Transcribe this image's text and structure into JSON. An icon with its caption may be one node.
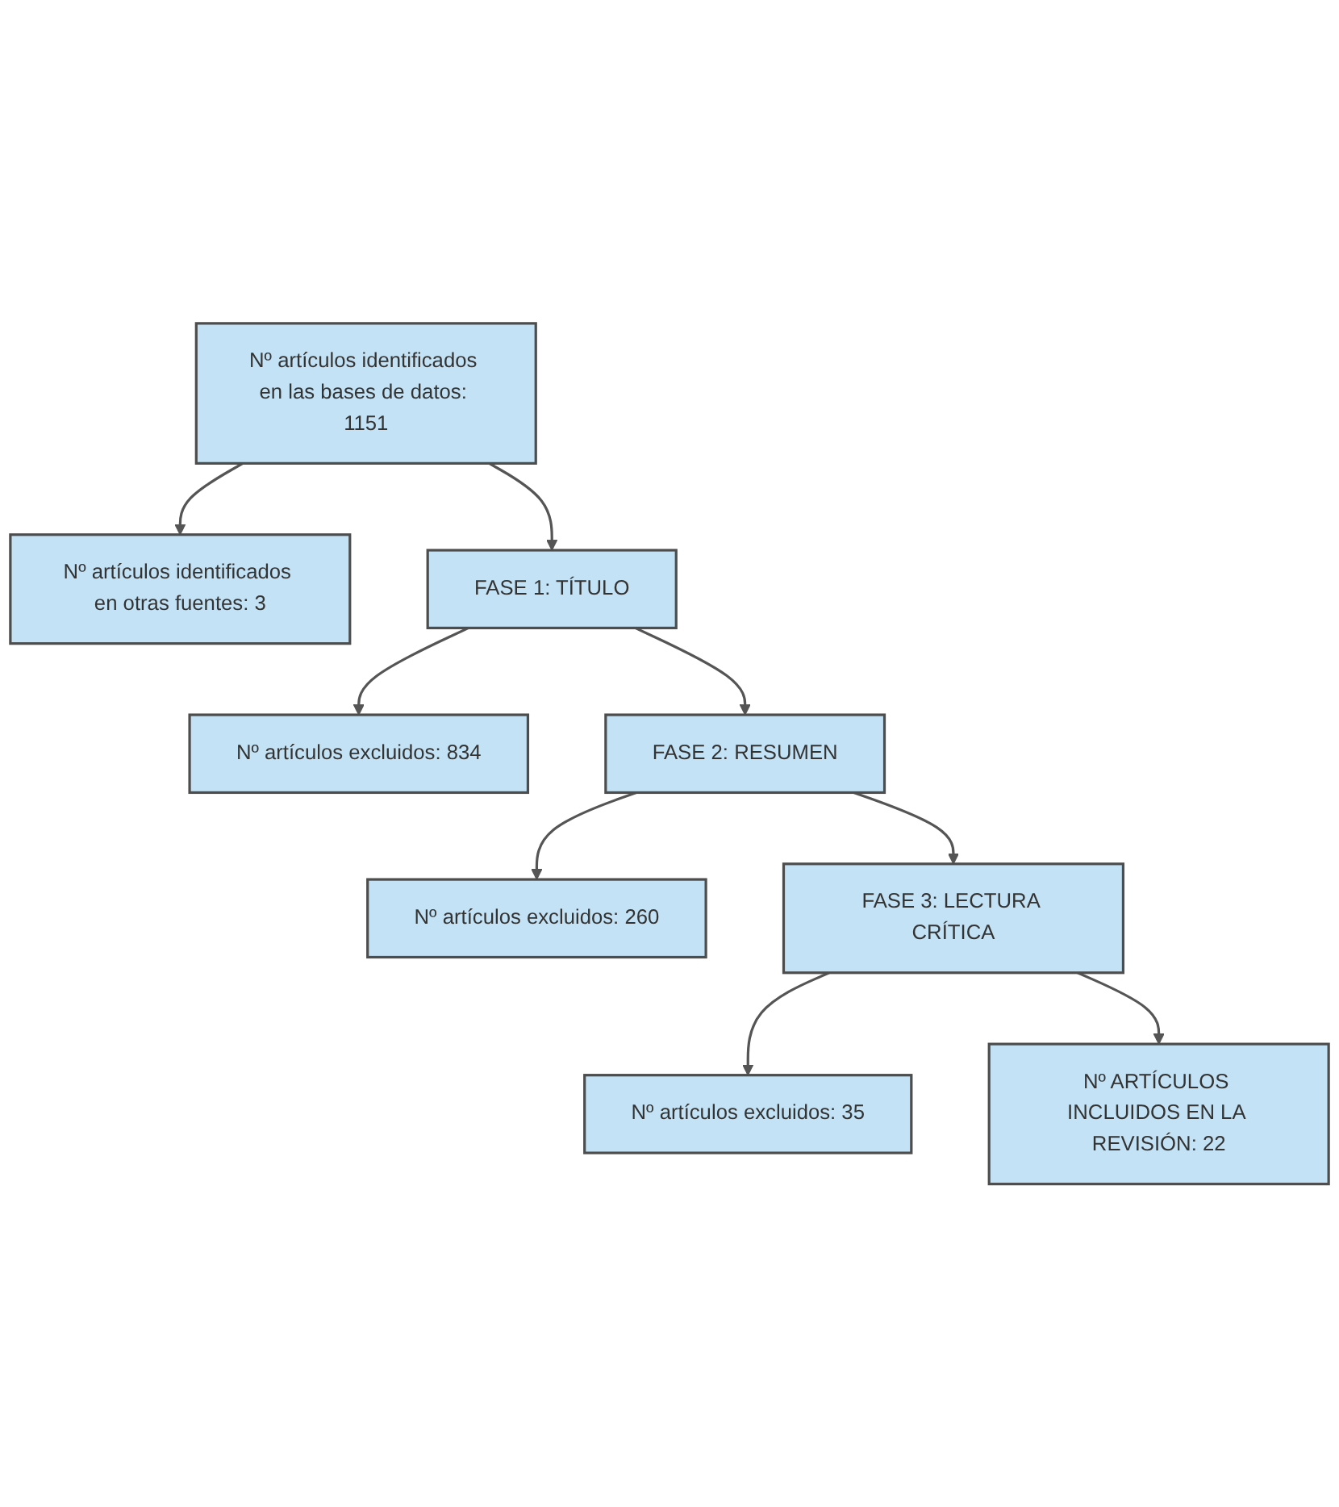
{
  "diagram": {
    "nodes": [
      {
        "text": [
          "Nº artículos identificados en las bases de datos: 1151"
        ]
      },
      {
        "text": [
          "Nº artículos identificados en otras fuentes: 3"
        ]
      },
      {
        "text": [
          "FASE 1: TÍTULO"
        ]
      },
      {
        "text": [
          "Nº artículos excluidos: 834"
        ]
      },
      {
        "text": [
          "FASE 2: RESUMEN"
        ]
      },
      {
        "text": [
          "Nº artículos excluidos: 260"
        ]
      },
      {
        "text": [
          "FASE 3: LECTURA CRÍTICA"
        ]
      },
      {
        "text": [
          "Nº artículos excluidos: 35"
        ]
      },
      {
        "text": [
          "Nº ARTÍCULOS INCLUIDOS EN LA REVISIÓN: 22"
        ]
      }
    ],
    "edges": [
      {
        "from": 0,
        "to": 1,
        "arrow": "to"
      },
      {
        "from": 0,
        "to": 2,
        "arrow": "to"
      },
      {
        "from": 2,
        "to": 3,
        "arrow": "to"
      },
      {
        "from": 2,
        "to": 4,
        "arrow": "to"
      },
      {
        "from": 4,
        "to": 5,
        "arrow": "to"
      },
      {
        "from": 4,
        "to": 6,
        "arrow": "to"
      },
      {
        "from": 6,
        "to": 7,
        "arrow": "to"
      },
      {
        "from": 6,
        "to": 8,
        "arrow": "to"
      }
    ]
  }
}
